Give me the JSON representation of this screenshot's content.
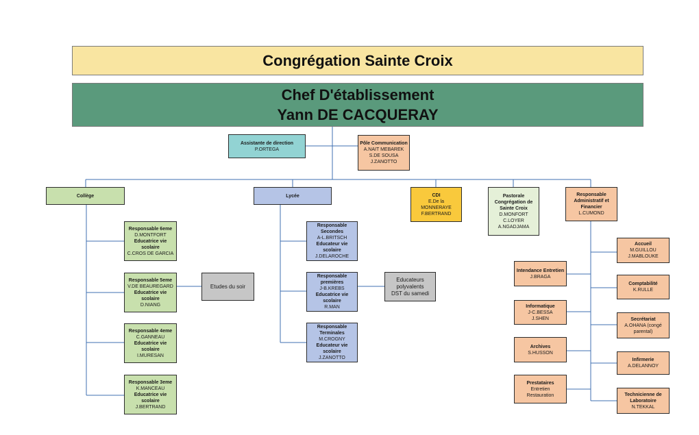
{
  "header": {
    "title": "Congrégation Sainte Croix"
  },
  "chef": {
    "line1": "Chef D'établissement",
    "line2": "Yann DE CACQUERAY"
  },
  "assistante": {
    "title": "Assistante de direction",
    "name": "P.ORTEGA"
  },
  "pole_communication": {
    "title": "Pôle Communication",
    "names": [
      "A.NAIT MEBAREK",
      "S.DE SOUSA",
      "J.ZANOTTO"
    ]
  },
  "college": {
    "title": "Collège"
  },
  "lycee": {
    "title": "Lycée"
  },
  "cdi": {
    "title": "CDI",
    "names": [
      "E.De la MONNERAYE",
      "F.BERTRAND"
    ]
  },
  "pastorale": {
    "title": "Pastorale Congrégation de Sainte Croix",
    "names": [
      "D.MONFORT",
      "C.LOYER",
      "A.NGADJAMA"
    ]
  },
  "raf": {
    "title": "Responsable Administratif et Financier",
    "name": "L.CUMOND"
  },
  "college_items": [
    {
      "title": "Responsable 6eme",
      "name1": "D.MONTFORT",
      "role": "Educatrice vie scolaire",
      "name2": "C.CROS DE GARCIA"
    },
    {
      "title": "Responsable 5eme",
      "name1": "V.DE BEAUREGARD",
      "role": "Educatrice vie scolaire",
      "name2": "D.NIANG"
    },
    {
      "title": "Responsable 4eme",
      "name1": "C.GANNEAU",
      "role": "Educatrice vie scolaire",
      "name2": "I.MURESAN"
    },
    {
      "title": "Responsable 3eme",
      "name1": "K.MANCEAU",
      "role": "Educatrice vie scolaire",
      "name2": "J.BERTRAND"
    }
  ],
  "etudes_soir": "Etudes du soir",
  "lycee_items": [
    {
      "title": "Responsable Secondes",
      "name1": "A-L.BRITSCH",
      "role": "Educateur vie scolaire",
      "name2": "J.DELAROCHE"
    },
    {
      "title": "Responsable premières",
      "name1": "J-B.KREBS",
      "role": "Educatrice vie scolaire",
      "name2": "R.MAN"
    },
    {
      "title": "Responsable Terminales",
      "name1": "M.CROGNY",
      "role": "Educateur vie scolaire",
      "name2": "J.ZANOTTO"
    }
  ],
  "educateurs": {
    "line1": "Educateurs",
    "line2": "polyvalents",
    "line3": "DST du samedi"
  },
  "admin_left": [
    {
      "title": "Intendance Entretien",
      "lines": [
        "J.BRAGA"
      ]
    },
    {
      "title": "Informatique",
      "lines": [
        "J-C.BESSA",
        "J.SHEN"
      ]
    },
    {
      "title": "Archives",
      "lines": [
        "S.HUSSON"
      ]
    },
    {
      "title": "Prestataires",
      "lines": [
        "Entretien",
        "Restauration"
      ]
    }
  ],
  "admin_right": [
    {
      "title": "Accueil",
      "lines": [
        "M.GUILLOU",
        "J.MABLOUKE"
      ]
    },
    {
      "title": "Comptabilité",
      "lines": [
        "K.RULLE"
      ]
    },
    {
      "title": "Secrétariat",
      "lines": [
        "A.OHANA (congé",
        "parental)"
      ]
    },
    {
      "title": "Infirmerie",
      "lines": [
        "A.DELANNOY"
      ]
    },
    {
      "title": "Technicienne de Laboratoire",
      "lines": [
        "N.TEKKAL"
      ]
    }
  ],
  "colors": {
    "connector": "#3f6fb0",
    "header_bg": "#f9e5a1",
    "chef_bg": "#5a9a7c",
    "college_bg": "#c8e0ad",
    "lycee_bg": "#b5c4e6",
    "admin_bg": "#f6c6a2",
    "cdi_bg": "#f9c93c"
  }
}
